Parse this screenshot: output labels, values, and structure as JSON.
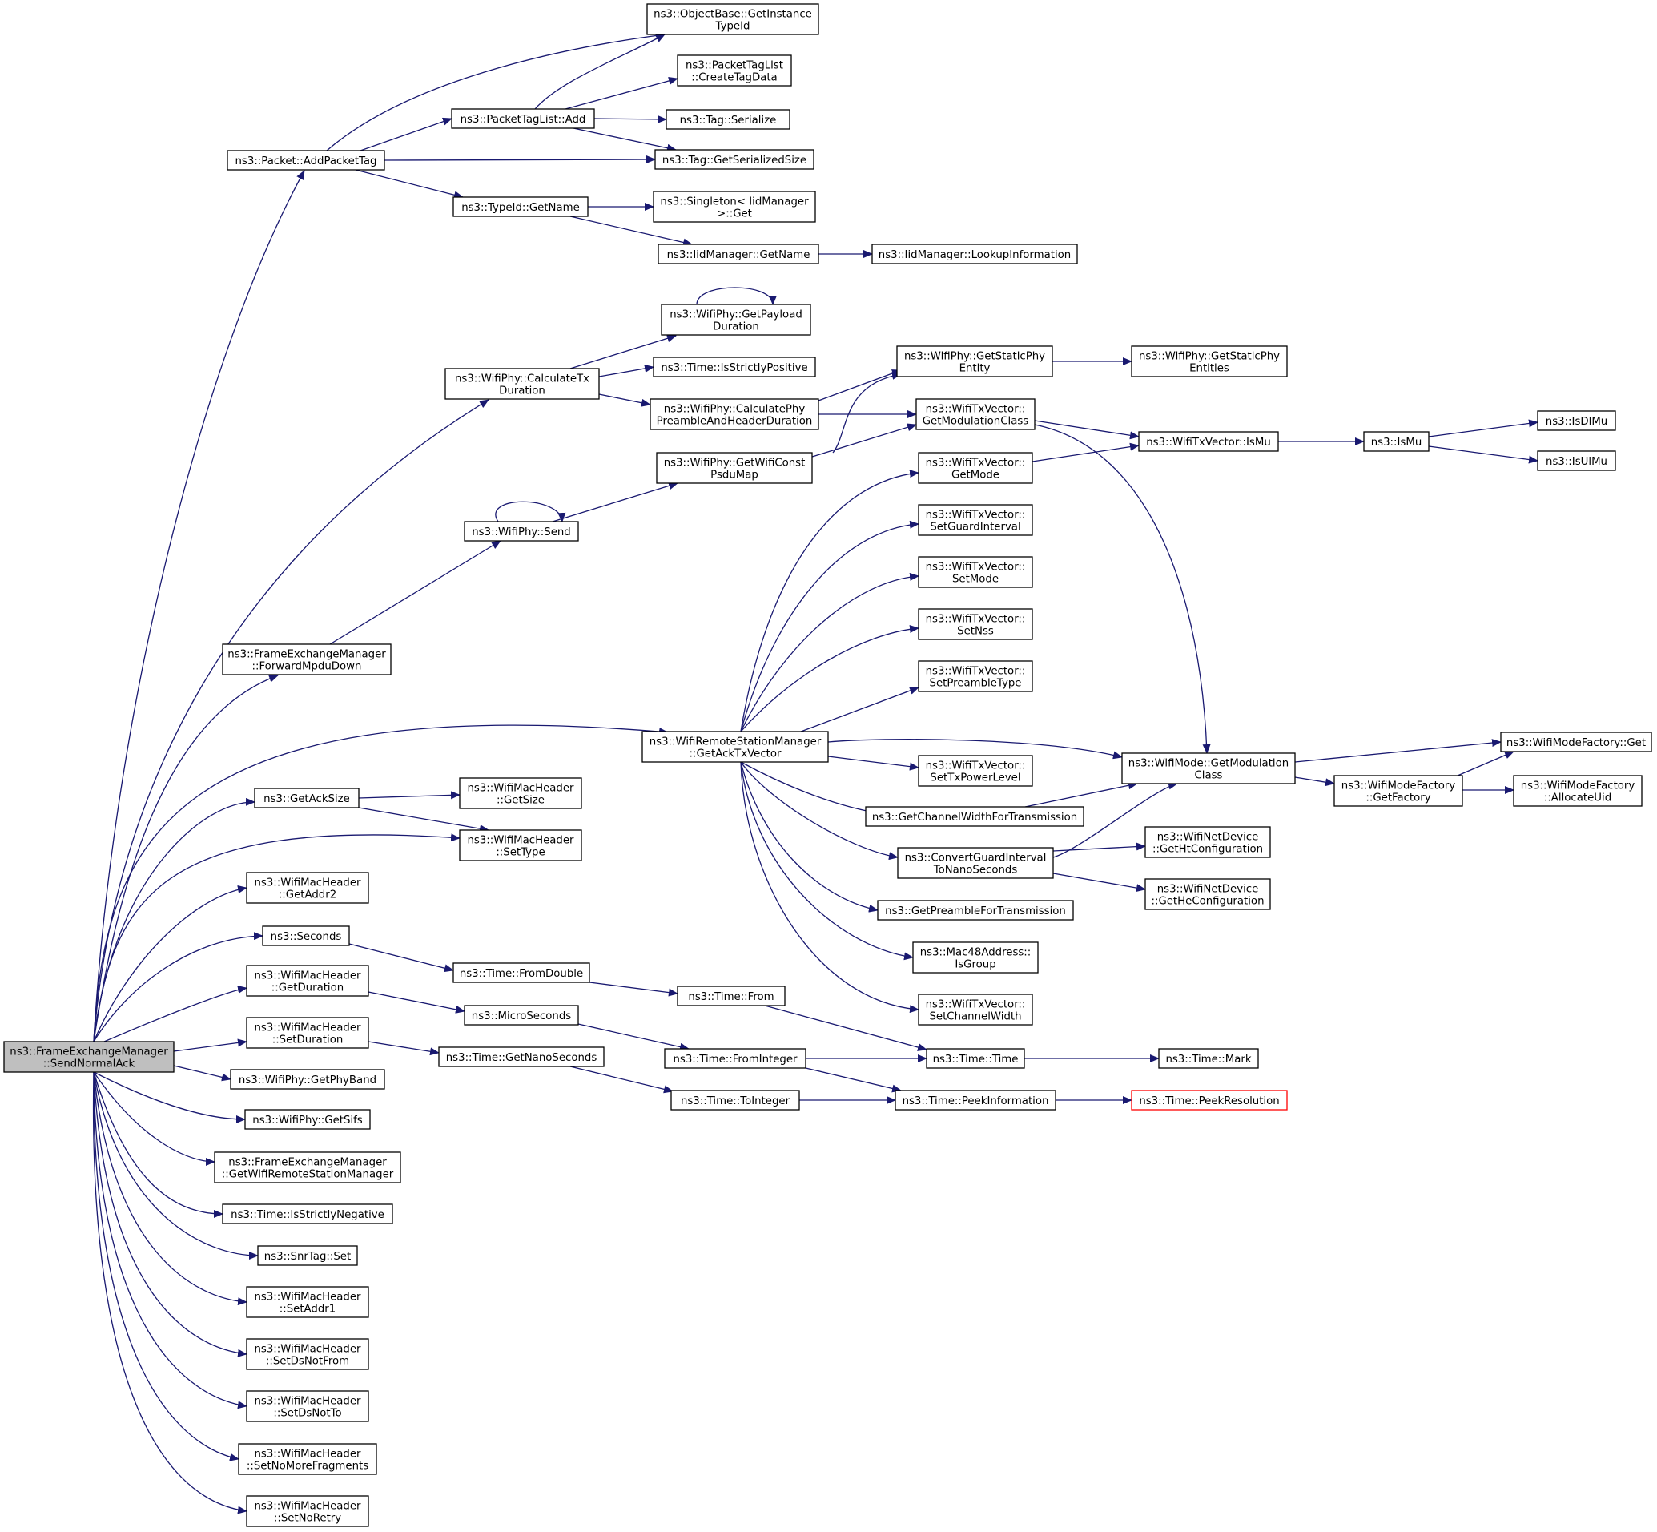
{
  "colors": {
    "edge": "#191970",
    "root_fill": "#bfbfbf",
    "node_border": "#000000",
    "truncated_border": "#ff0000"
  },
  "nodes": [
    {
      "id": "root",
      "lines": [
        "ns3::FrameExchangeManager",
        "::SendNormalAck"
      ]
    },
    {
      "id": "addPacketTag",
      "lines": [
        "ns3::Packet::AddPacketTag"
      ]
    },
    {
      "id": "getInstanceTypeId",
      "lines": [
        "ns3::ObjectBase::GetInstance",
        "TypeId"
      ]
    },
    {
      "id": "ptlAdd",
      "lines": [
        "ns3::PacketTagList::Add"
      ]
    },
    {
      "id": "createTagData",
      "lines": [
        "ns3::PacketTagList",
        "::CreateTagData"
      ]
    },
    {
      "id": "tagSerialize",
      "lines": [
        "ns3::Tag::Serialize"
      ]
    },
    {
      "id": "tagGetSerializedSize",
      "lines": [
        "ns3::Tag::GetSerializedSize"
      ]
    },
    {
      "id": "typeIdGetName",
      "lines": [
        "ns3::TypeId::GetName"
      ]
    },
    {
      "id": "singletonGet",
      "lines": [
        "ns3::Singleton< IidManager",
        " >::Get"
      ]
    },
    {
      "id": "iidGetName",
      "lines": [
        "ns3::IidManager::GetName"
      ]
    },
    {
      "id": "iidLookup",
      "lines": [
        "ns3::IidManager::LookupInformation"
      ]
    },
    {
      "id": "getPayloadDuration",
      "lines": [
        "ns3::WifiPhy::GetPayload",
        "Duration"
      ]
    },
    {
      "id": "calcTxDuration",
      "lines": [
        "ns3::WifiPhy::CalculateTx",
        "Duration"
      ]
    },
    {
      "id": "timeIsStrictlyPositive",
      "lines": [
        "ns3::Time::IsStrictlyPositive"
      ]
    },
    {
      "id": "getStaticPhyEntity",
      "lines": [
        "ns3::WifiPhy::GetStaticPhy",
        "Entity"
      ]
    },
    {
      "id": "getStaticPhyEntities",
      "lines": [
        "ns3::WifiPhy::GetStaticPhy",
        "Entities"
      ]
    },
    {
      "id": "calcPhyPreamble",
      "lines": [
        "ns3::WifiPhy::CalculatePhy",
        "PreambleAndHeaderDuration"
      ]
    },
    {
      "id": "txvGetModulationClass",
      "lines": [
        "ns3::WifiTxVector::",
        "GetModulationClass"
      ]
    },
    {
      "id": "txvIsMu",
      "lines": [
        "ns3::WifiTxVector::IsMu"
      ]
    },
    {
      "id": "isMu",
      "lines": [
        "ns3::IsMu"
      ]
    },
    {
      "id": "isDlMu",
      "lines": [
        "ns3::IsDlMu"
      ]
    },
    {
      "id": "isUlMu",
      "lines": [
        "ns3::IsUlMu"
      ]
    },
    {
      "id": "getWifiConstPsduMap",
      "lines": [
        "ns3::WifiPhy::GetWifiConst",
        "PsduMap"
      ]
    },
    {
      "id": "txvGetMode",
      "lines": [
        "ns3::WifiTxVector::",
        "GetMode"
      ]
    },
    {
      "id": "wifiPhySend",
      "lines": [
        "ns3::WifiPhy::Send"
      ]
    },
    {
      "id": "setGuardInterval",
      "lines": [
        "ns3::WifiTxVector::",
        "SetGuardInterval"
      ]
    },
    {
      "id": "setMode",
      "lines": [
        "ns3::WifiTxVector::",
        "SetMode"
      ]
    },
    {
      "id": "setNss",
      "lines": [
        "ns3::WifiTxVector::",
        "SetNss"
      ]
    },
    {
      "id": "forwardMpduDown",
      "lines": [
        "ns3::FrameExchangeManager",
        "::ForwardMpduDown"
      ]
    },
    {
      "id": "setPreambleType",
      "lines": [
        "ns3::WifiTxVector::",
        "SetPreambleType"
      ]
    },
    {
      "id": "getAckTxVector",
      "lines": [
        "ns3::WifiRemoteStationManager",
        "::GetAckTxVector"
      ]
    },
    {
      "id": "modeGetModulationClass",
      "lines": [
        "ns3::WifiMode::GetModulation",
        "Class"
      ]
    },
    {
      "id": "modeFactoryGet",
      "lines": [
        "ns3::WifiModeFactory::Get"
      ]
    },
    {
      "id": "setTxPowerLevel",
      "lines": [
        "ns3::WifiTxVector::",
        "SetTxPowerLevel"
      ]
    },
    {
      "id": "getAckSize",
      "lines": [
        "ns3::GetAckSize"
      ]
    },
    {
      "id": "macHeaderGetSize",
      "lines": [
        "ns3::WifiMacHeader",
        "::GetSize"
      ]
    },
    {
      "id": "modeFactoryGetFactory",
      "lines": [
        "ns3::WifiModeFactory",
        "::GetFactory"
      ]
    },
    {
      "id": "allocateUid",
      "lines": [
        "ns3::WifiModeFactory",
        "::AllocateUid"
      ]
    },
    {
      "id": "getChannelWidth",
      "lines": [
        "ns3::GetChannelWidthForTransmission"
      ]
    },
    {
      "id": "macHeaderSetType",
      "lines": [
        "ns3::WifiMacHeader",
        "::SetType"
      ]
    },
    {
      "id": "getHtConfiguration",
      "lines": [
        "ns3::WifiNetDevice",
        "::GetHtConfiguration"
      ]
    },
    {
      "id": "convertGuardInterval",
      "lines": [
        "ns3::ConvertGuardInterval",
        "ToNanoSeconds"
      ]
    },
    {
      "id": "getAddr2",
      "lines": [
        "ns3::WifiMacHeader",
        "::GetAddr2"
      ]
    },
    {
      "id": "getHeConfiguration",
      "lines": [
        "ns3::WifiNetDevice",
        "::GetHeConfiguration"
      ]
    },
    {
      "id": "getPreamble",
      "lines": [
        "ns3::GetPreambleForTransmission"
      ]
    },
    {
      "id": "seconds",
      "lines": [
        "ns3::Seconds"
      ]
    },
    {
      "id": "isGroup",
      "lines": [
        "ns3::Mac48Address::",
        "IsGroup"
      ]
    },
    {
      "id": "fromDouble",
      "lines": [
        "ns3::Time::FromDouble"
      ]
    },
    {
      "id": "getDuration",
      "lines": [
        "ns3::WifiMacHeader",
        "::GetDuration"
      ]
    },
    {
      "id": "timeFrom",
      "lines": [
        "ns3::Time::From"
      ]
    },
    {
      "id": "setChannelWidth",
      "lines": [
        "ns3::WifiTxVector::",
        "SetChannelWidth"
      ]
    },
    {
      "id": "microSeconds",
      "lines": [
        "ns3::MicroSeconds"
      ]
    },
    {
      "id": "setDuration",
      "lines": [
        "ns3::WifiMacHeader",
        "::SetDuration"
      ]
    },
    {
      "id": "fromInteger",
      "lines": [
        "ns3::Time::FromInteger"
      ]
    },
    {
      "id": "timeTime",
      "lines": [
        "ns3::Time::Time"
      ]
    },
    {
      "id": "timeMark",
      "lines": [
        "ns3::Time::Mark"
      ]
    },
    {
      "id": "getNanoSeconds",
      "lines": [
        "ns3::Time::GetNanoSeconds"
      ]
    },
    {
      "id": "getPhyBand",
      "lines": [
        "ns3::WifiPhy::GetPhyBand"
      ]
    },
    {
      "id": "toInteger",
      "lines": [
        "ns3::Time::ToInteger"
      ]
    },
    {
      "id": "peekInformation",
      "lines": [
        "ns3::Time::PeekInformation"
      ]
    },
    {
      "id": "peekResolution",
      "lines": [
        "ns3::Time::PeekResolution"
      ]
    },
    {
      "id": "getSifs",
      "lines": [
        "ns3::WifiPhy::GetSifs"
      ]
    },
    {
      "id": "getRsm",
      "lines": [
        "ns3::FrameExchangeManager",
        "::GetWifiRemoteStationManager"
      ]
    },
    {
      "id": "isStrictlyNegative",
      "lines": [
        "ns3::Time::IsStrictlyNegative"
      ]
    },
    {
      "id": "snrTagSet",
      "lines": [
        "ns3::SnrTag::Set"
      ]
    },
    {
      "id": "setAddr1",
      "lines": [
        "ns3::WifiMacHeader",
        "::SetAddr1"
      ]
    },
    {
      "id": "setDsNotFrom",
      "lines": [
        "ns3::WifiMacHeader",
        "::SetDsNotFrom"
      ]
    },
    {
      "id": "setDsNotTo",
      "lines": [
        "ns3::WifiMacHeader",
        "::SetDsNotTo"
      ]
    },
    {
      "id": "setNoMoreFragments",
      "lines": [
        "ns3::WifiMacHeader",
        "::SetNoMoreFragments"
      ]
    },
    {
      "id": "setNoRetry",
      "lines": [
        "ns3::WifiMacHeader",
        "::SetNoRetry"
      ]
    }
  ]
}
